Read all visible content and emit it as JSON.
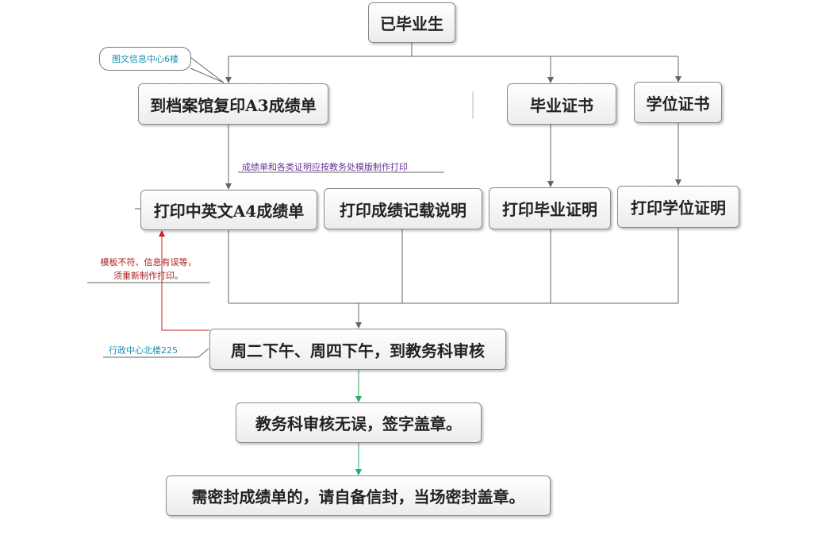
{
  "nodes": {
    "graduated": "已毕业生",
    "archive_copy": "到档案馆复印A3成绩单",
    "diploma": "毕业证书",
    "degree": "学位证书",
    "print_transcript": "打印中英文A4成绩单",
    "print_grade_note": "打印成绩记载说明",
    "print_grad_cert": "打印毕业证明",
    "print_degree_cert": "打印学位证明",
    "review": "周二下午、周四下午，到教务科审核",
    "approved": "教务科审核无误，签字盖章。",
    "seal": "需密封成绩单的，请自备信封，当场密封盖章。"
  },
  "notes": {
    "archive_location": "图文信息中心6楼",
    "template_note": "成绩单和各类证明应按教务处模版制作打印",
    "reprint_line1": "模板不符、信息有误等，",
    "reprint_line2": "须重新制作打印。",
    "admin_location": "行政中心北楼225"
  },
  "colors": {
    "line": "#666666",
    "reject_arrow": "#cc2222",
    "approve_arrow": "#22aa66",
    "note_purple": "#663399",
    "note_red": "#aa2222",
    "note_teal": "#1a8fb0"
  }
}
